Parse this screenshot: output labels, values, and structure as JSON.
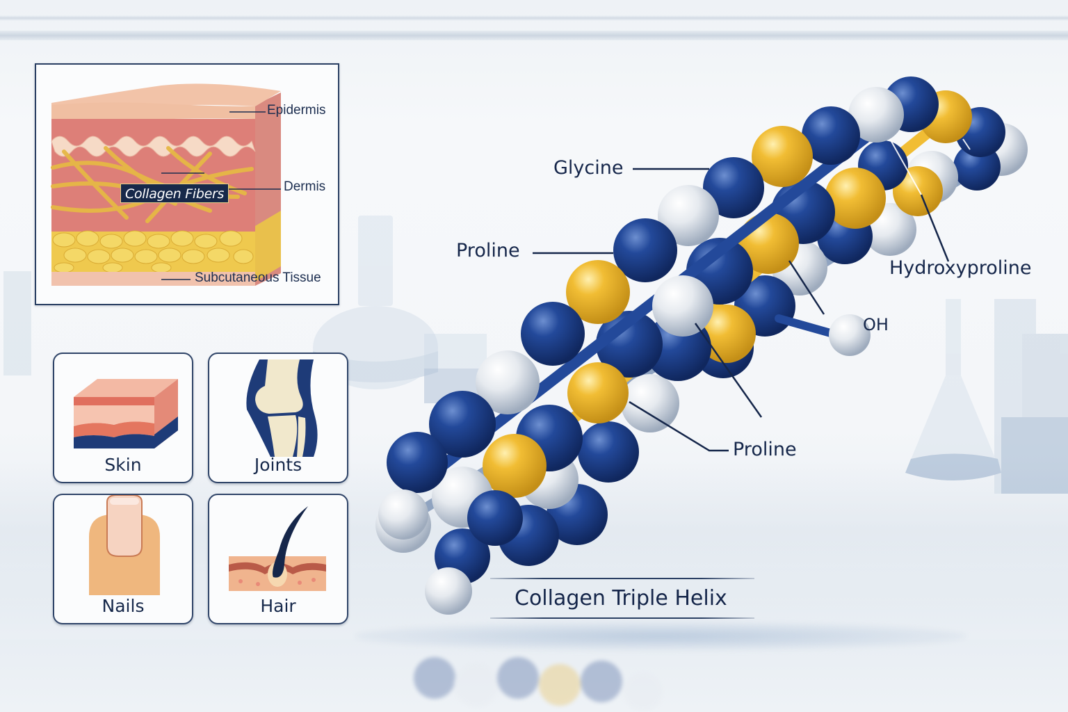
{
  "skin_diagram": {
    "labels": {
      "epidermis": "Epidermis",
      "collagen_fibers": "Collagen Fibers",
      "dermis": "Dermis",
      "subcutaneous": "Subcutaneous Tissue"
    }
  },
  "benefit_tiles": [
    {
      "label": "Skin",
      "icon": "skin-layers-icon"
    },
    {
      "label": "Joints",
      "icon": "knee-joint-icon"
    },
    {
      "label": "Nails",
      "icon": "fingernail-icon"
    },
    {
      "label": "Hair",
      "icon": "hair-follicle-icon"
    }
  ],
  "helix": {
    "title": "Collagen Triple Helix",
    "labels": {
      "glycine": "Glycine",
      "proline_left": "Proline",
      "hydroxyproline": "Hydroxyproline",
      "oh": "OH",
      "proline_bottom": "Proline"
    },
    "colors": {
      "glycine_blue": "#1c3f86",
      "proline_gold": "#e8b22c",
      "hydroxyproline_white": "#e4e8ee",
      "text_navy": "#15264a"
    }
  }
}
